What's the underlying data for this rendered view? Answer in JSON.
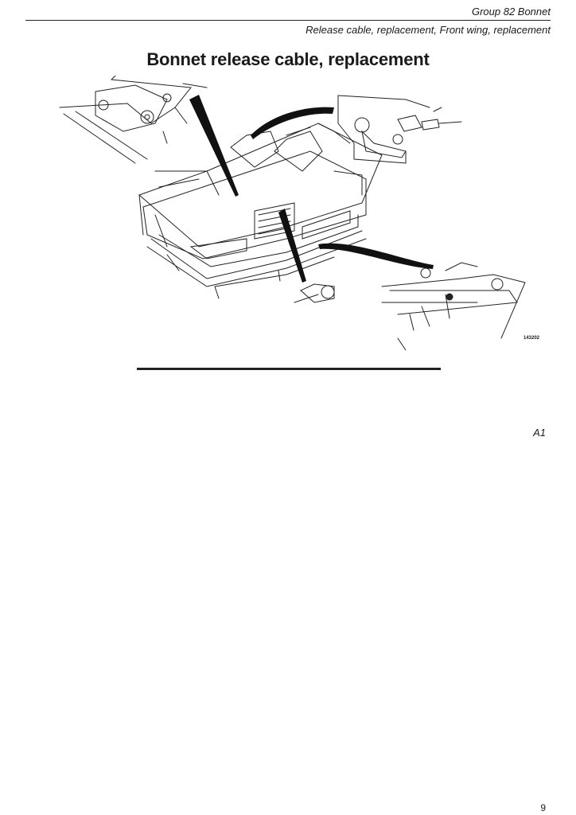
{
  "header": {
    "group": "Group 82 Bonnet",
    "subtitle": "Release cable, replacement, Front wing, replacement"
  },
  "title": "Bonnet release cable, replacement",
  "figure": {
    "number": "143202"
  },
  "reference": "A1",
  "page_number": "9"
}
